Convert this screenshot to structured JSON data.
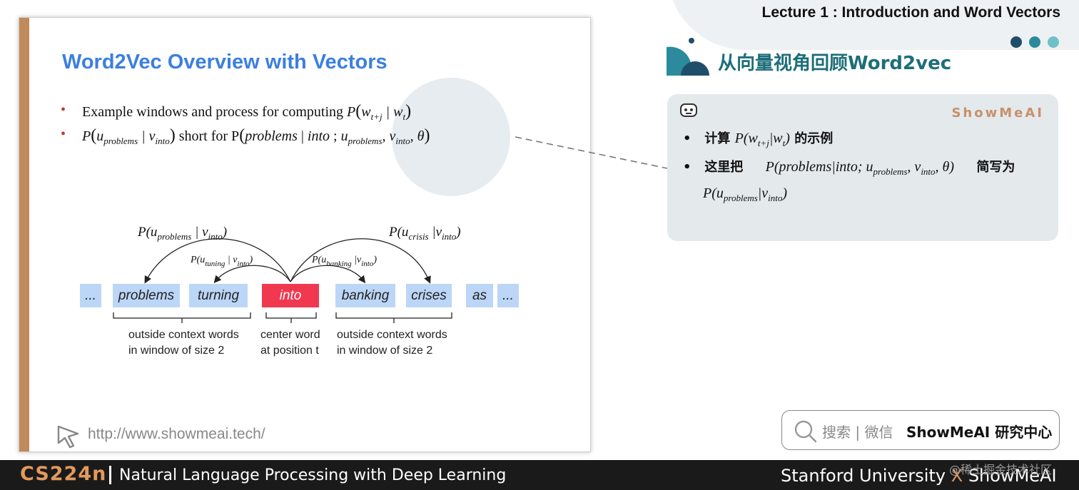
{
  "slide": {
    "title": "Word2Vec Overview with Vectors",
    "bullets": [
      {
        "text": "Example windows and process for computing ",
        "math": "P(w_{t+j} | w_t)"
      },
      {
        "math": "P(u_problems | v_into)",
        "text": " short for P(problems | into ; u_problems, v_into, θ)"
      }
    ],
    "words": [
      "...",
      "problems",
      "turning",
      "into",
      "banking",
      "crises",
      "as",
      "..."
    ],
    "center_word": "into",
    "captions": {
      "left": "outside context words\nin window of size 2",
      "center": "center word\nat position t",
      "right": "outside context words\nin window of size 2"
    },
    "arc_labels": {
      "problems": "P(u_problems | v_into)",
      "tuning": "P(u_tuning | v_into)",
      "banking": "P(u_banking |v_into)",
      "crisis": "P(u_crisis |v_into)"
    },
    "url": "http://www.showmeai.tech/"
  },
  "header": {
    "lecture": "Lecture 1 :  Introduction and Word Vectors",
    "cn_title": "从向量视角回顾Word2vec",
    "dot_colors": [
      "#1f4e6b",
      "#2b8a9c",
      "#6fc1c9"
    ]
  },
  "card": {
    "brand": "ShowMeAI",
    "line1_prefix": "计算",
    "line1_suffix": "的示例",
    "line2_prefix": "这里把",
    "line2_suffix": "简写为"
  },
  "search": {
    "hint": "搜索 | 微信",
    "org": "ShowMeAI 研究中心"
  },
  "footer": {
    "course_code": "CS224n",
    "course_name": "Natural Language Processing with Deep Learning",
    "university": "Stanford University",
    "x": "X",
    "brand": "ShowMeAI",
    "watermark": "@稀土掘金技术社区"
  },
  "colors": {
    "title_blue": "#3b7fe0",
    "word_box": "#bcd6f7",
    "center_box": "#f0394f",
    "accent_orange": "#e39a5a",
    "teal": "#1d6e7a"
  }
}
